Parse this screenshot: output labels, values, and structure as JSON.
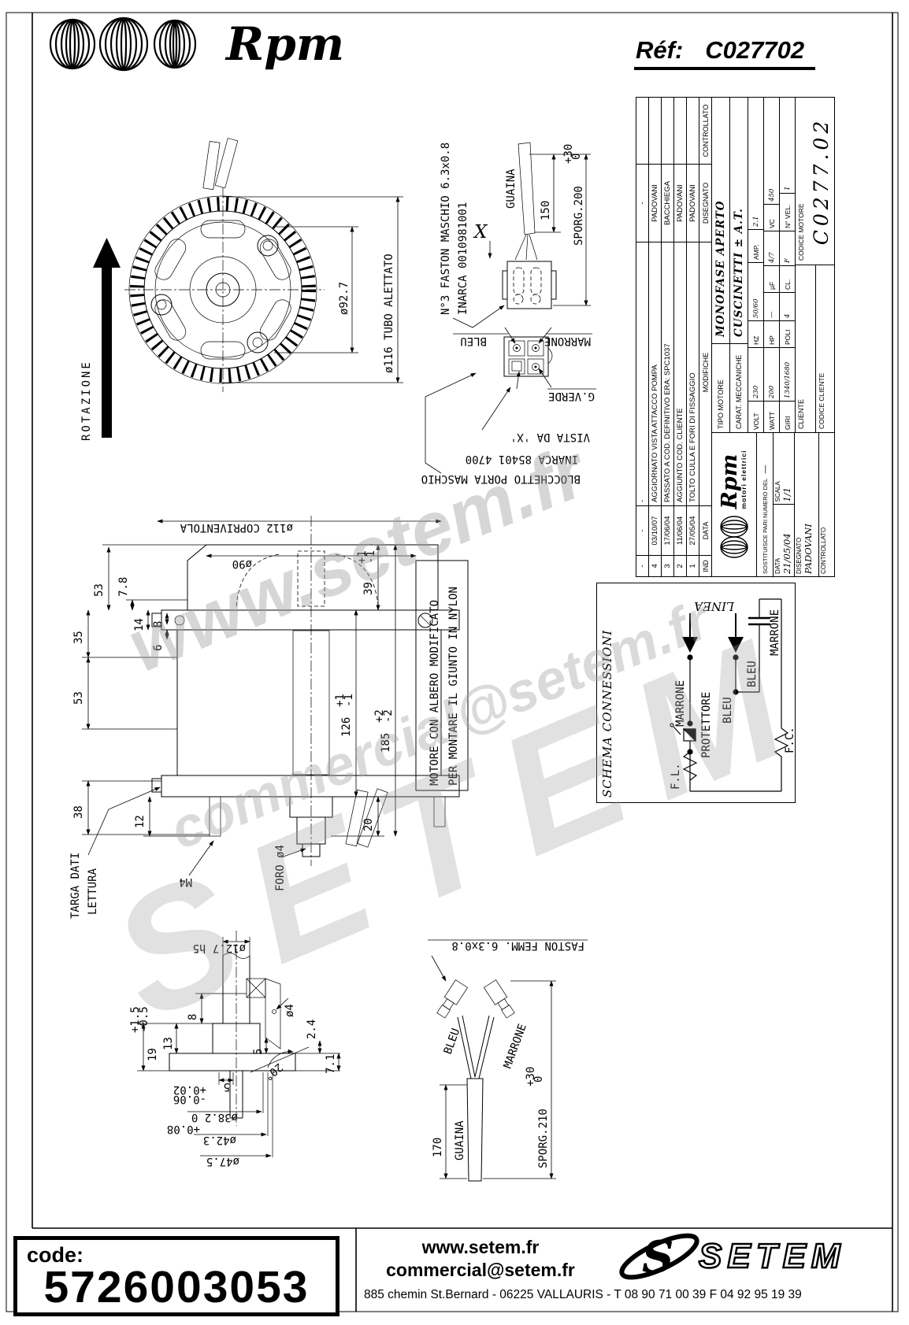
{
  "header": {
    "brand": "Rpm",
    "ref_label": "Réf:",
    "ref_value": "C027702"
  },
  "footer": {
    "code_label": "code:",
    "code_value": "5726003053",
    "website": "www.setem.fr",
    "email": "commercial@setem.fr",
    "brand": "SETEM",
    "address": "885 chemin St.Bernard  -  06225 VALLAURIS  -  T 08 90 71 00 39   F 04 92 95 19 39"
  },
  "watermark": {
    "line1": "www.setem.fr",
    "line2": "SETEM",
    "line3": "commercial@setem.fr"
  },
  "title_block": {
    "revisions": [
      {
        "ind": "-",
        "date": "-",
        "desc": "-",
        "name": "-"
      },
      {
        "ind": "4",
        "date": "03/10/07",
        "desc": "AGGIORNATO VISTA ATTACCO POMPA",
        "name": "PADOVANI"
      },
      {
        "ind": "3",
        "date": "17/06/04",
        "desc": "PASSATO A COD. DEFINITIVO ERA: SPC1037",
        "name": "BACCHIEGA"
      },
      {
        "ind": "2",
        "date": "11/06/04",
        "desc": "AGGIUNTO COD. CLIENTE",
        "name": "PADOVANI"
      },
      {
        "ind": "1",
        "date": "27/05/04",
        "desc": "TOLTO CULLA E FORI DI FISSAGGIO",
        "name": "PADOVANI"
      }
    ],
    "headers": {
      "ind": "IND",
      "date": "DATA",
      "desc": "MODIFICHE",
      "disegnato": "DISEGNATO",
      "controllato": "CONTROLLATO"
    },
    "logo": {
      "brand": "Rpm",
      "subtitle": "motori elettrici"
    },
    "sostituisce_label": "SOSTITUISCE PARI NUMERO DEL",
    "sostituisce_value": "—",
    "data_label": "DATA",
    "data_value": "21/05/04",
    "scala_label": "SCALA",
    "scala_value": "1/1",
    "disegnato_label": "DISEGNATO",
    "disegnato_value": "PADOVANI",
    "controllato_label": "CONTROLLATO",
    "tipo_label": "TIPO MOTORE",
    "tipo_value": "MONOFASE APERTO",
    "carat_label": "CARAT. MECCANICHE",
    "carat_value": "CUSCINETTI ± A.T.",
    "volt_label": "VOLT",
    "volt_value": "230",
    "hz_label": "HZ",
    "hz_value": "50/60",
    "amp_label": "AMP.",
    "amp_value": "2.1",
    "watt_label": "WATT",
    "watt_value": "200",
    "hp_label": "HP",
    "hp_value": "—",
    "uf_label": "µF",
    "uf_value": "4/7",
    "vc_label": "VC",
    "vc_value": "450",
    "giri_label": "GIRI",
    "giri_value": "1340/1680",
    "poli_label": "POLI",
    "poli_value": "4",
    "cl_label": "CL.",
    "cl_value": "F",
    "vel_label": "N° VEL.",
    "vel_value": "1",
    "cliente_label": "CLIENTE",
    "codice_cliente_label": "CODICE CLIENTE",
    "codice_motore_label": "CODICE MOTORE",
    "codice_motore_value": "C0277.02"
  },
  "schema": {
    "title": "SCHEMA CONNESSIONI",
    "linea": "LINEA",
    "marrone": "MARRONE",
    "bleu": "BLEU",
    "protettore": "PROTETTORE",
    "fl": "F.L.",
    "fc": "F.C.",
    "bleu2": "BLEU",
    "marrone2": "MARRONE"
  },
  "d": {
    "front": {
      "rotazione": "ROTAZIONE",
      "d927": "ø92.7",
      "d116": "ø116 TUBO ALETTATO"
    },
    "ft": {
      "l1": "N°3 FASTON MASCHIO 6.3x0.8",
      "l2": "INARCA 0010981001",
      "x": "X",
      "guaina": "GUAINA",
      "d150": "150",
      "sporg": "SPORG.200",
      "tolp": "+30",
      "tolz": "0"
    },
    "conn": {
      "bleu": "BLEU",
      "marrone": "MARRONE",
      "gverde": "G.VERDE",
      "vista": "VISTA DA 'X'",
      "inarca": "INARCA 85401 4700",
      "blocchetto": "BLOCCHETTO PORTA MASCHIO"
    },
    "side": {
      "d112": "ø112 COPRIVENTOLA",
      "d90": "ø90",
      "d53a": "53",
      "d78": "7.8",
      "d14": "14",
      "d8": "8",
      "d6": "6",
      "d35": "35",
      "d53b": "53",
      "d38": "38",
      "d12": "12",
      "m4": "M4",
      "foro": "FORO ø4",
      "targa": "TARGA DATI",
      "lettura": "LETTURA",
      "d39": "39",
      "d39p": "+1",
      "d39m": "-1",
      "d126": "126",
      "d126p": "+1",
      "d126m": "-1",
      "d185": "185",
      "d185p": "+2",
      "d185m": "-2",
      "d20": "20",
      "note1": "MOTORE CON ALBERO MODIFICATO",
      "note2": "PER MONTARE IL GIUNTO IN NYLON"
    },
    "shaft": {
      "d127": "ø12.7 h5",
      "d8": "8",
      "d19": "19",
      "d19p": "+1.5",
      "d19m": "-0.5",
      "d13": "13",
      "d5a": "5",
      "d5b": "5",
      "d4": "ø4",
      "d24": "2.4",
      "ang": "20°",
      "d71": "7.1",
      "t38p": "+0.02",
      "t38m": "-0.06",
      "d382": "ø38.2 0",
      "t42": "+0.08",
      "d423": "ø42.3",
      "d475": "ø47.5"
    },
    "cable": {
      "faston": "FASTON FEMM. 6.3x0.8",
      "bleu": "BLEU",
      "marrone": "MARRONE",
      "guaina": "GUAINA",
      "d170": "170",
      "sporg": "SPORG.210",
      "tolp": "+30",
      "tolz": "0"
    }
  }
}
